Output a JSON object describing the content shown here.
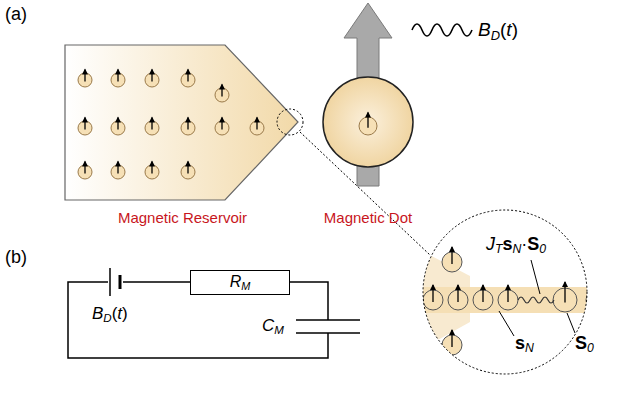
{
  "diagram": {
    "nodes": [
      {
        "text": [
          "Magnetic Reservoir"
        ]
      },
      {
        "text": [
          "Magnetic Dot"
        ]
      },
      {
        "text": [
          "RM"
        ]
      }
    ],
    "labels": [
      "(a)",
      "BD(t)",
      "JTsN·S0",
      "sN",
      "S0",
      "(b)",
      "BD(t)",
      "CM"
    ]
  }
}
